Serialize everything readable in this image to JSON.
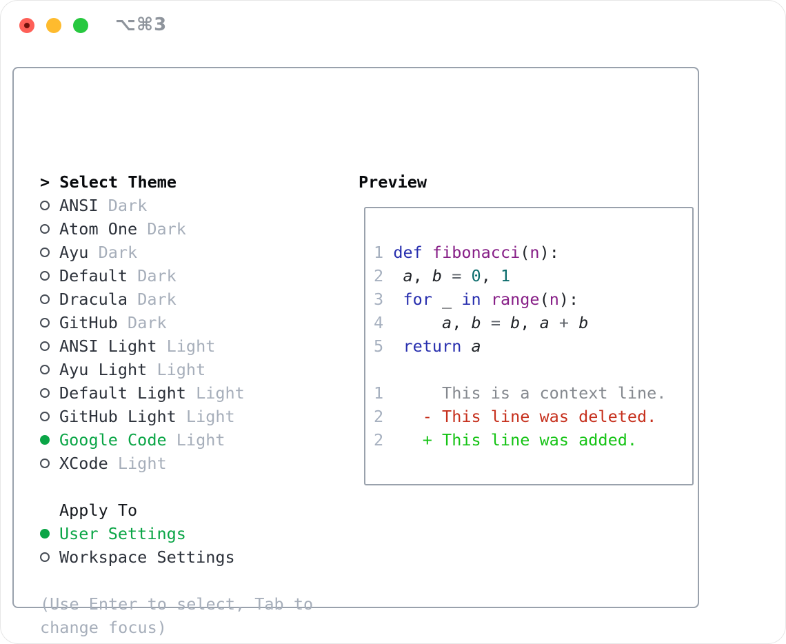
{
  "window": {
    "title": "⌥⌘3",
    "traffic_light_colors": {
      "close": "#fe5f57",
      "minimize": "#febb2e",
      "zoom": "#27c83f"
    }
  },
  "left": {
    "prompt": "> ",
    "title": "Select Theme",
    "themes": [
      {
        "name": "ANSI",
        "variant": "Dark",
        "selected": false
      },
      {
        "name": "Atom One",
        "variant": "Dark",
        "selected": false
      },
      {
        "name": "Ayu",
        "variant": "Dark",
        "selected": false
      },
      {
        "name": "Default",
        "variant": "Dark",
        "selected": false
      },
      {
        "name": "Dracula",
        "variant": "Dark",
        "selected": false
      },
      {
        "name": "GitHub",
        "variant": "Dark",
        "selected": false
      },
      {
        "name": "ANSI Light",
        "variant": "Light",
        "selected": false
      },
      {
        "name": "Ayu Light",
        "variant": "Light",
        "selected": false
      },
      {
        "name": "Default Light",
        "variant": "Light",
        "selected": false
      },
      {
        "name": "GitHub Light",
        "variant": "Light",
        "selected": false
      },
      {
        "name": "Google Code",
        "variant": "Light",
        "selected": true
      },
      {
        "name": "XCode",
        "variant": "Light",
        "selected": false
      }
    ],
    "apply_title": "Apply To",
    "apply_options": [
      {
        "label": "User Settings",
        "selected": true
      },
      {
        "label": "Workspace Settings",
        "selected": false
      }
    ],
    "help_line1": "(Use Enter to select, Tab to",
    "help_line2": "change focus)"
  },
  "preview": {
    "title": "Preview",
    "lines": [
      {
        "segments": [
          {
            "t": "1",
            "c": "num"
          },
          {
            "t": " ",
            "c": "pl"
          },
          {
            "t": "def",
            "c": "kw"
          },
          {
            "t": " ",
            "c": "pl"
          },
          {
            "t": "fibonacci",
            "c": "fn"
          },
          {
            "t": "(",
            "c": "pl"
          },
          {
            "t": "n",
            "c": "fn"
          },
          {
            "t": "):",
            "c": "pl"
          }
        ]
      },
      {
        "segments": [
          {
            "t": "2",
            "c": "num"
          },
          {
            "t": "  ",
            "c": "pl"
          },
          {
            "t": "a",
            "c": "id"
          },
          {
            "t": ", ",
            "c": "pl"
          },
          {
            "t": "b",
            "c": "id"
          },
          {
            "t": " ",
            "c": "pl"
          },
          {
            "t": "=",
            "c": "op"
          },
          {
            "t": " ",
            "c": "pl"
          },
          {
            "t": "0",
            "c": "lit"
          },
          {
            "t": ", ",
            "c": "pl"
          },
          {
            "t": "1",
            "c": "lit"
          }
        ]
      },
      {
        "segments": [
          {
            "t": "3",
            "c": "num"
          },
          {
            "t": "  ",
            "c": "pl"
          },
          {
            "t": "for",
            "c": "kw"
          },
          {
            "t": " _ ",
            "c": "pl"
          },
          {
            "t": "in",
            "c": "kw"
          },
          {
            "t": " ",
            "c": "pl"
          },
          {
            "t": "range",
            "c": "fn"
          },
          {
            "t": "(",
            "c": "pl"
          },
          {
            "t": "n",
            "c": "fn"
          },
          {
            "t": "):",
            "c": "pl"
          }
        ]
      },
      {
        "segments": [
          {
            "t": "4",
            "c": "num"
          },
          {
            "t": "      ",
            "c": "pl"
          },
          {
            "t": "a",
            "c": "id"
          },
          {
            "t": ", ",
            "c": "pl"
          },
          {
            "t": "b",
            "c": "id"
          },
          {
            "t": " ",
            "c": "pl"
          },
          {
            "t": "=",
            "c": "op"
          },
          {
            "t": " ",
            "c": "pl"
          },
          {
            "t": "b",
            "c": "id"
          },
          {
            "t": ", ",
            "c": "pl"
          },
          {
            "t": "a",
            "c": "id"
          },
          {
            "t": " ",
            "c": "pl"
          },
          {
            "t": "+",
            "c": "op"
          },
          {
            "t": " ",
            "c": "pl"
          },
          {
            "t": "b",
            "c": "id"
          }
        ]
      },
      {
        "segments": [
          {
            "t": "5",
            "c": "num"
          },
          {
            "t": "  ",
            "c": "pl"
          },
          {
            "t": "return",
            "c": "kw"
          },
          {
            "t": " ",
            "c": "pl"
          },
          {
            "t": "a",
            "c": "id"
          }
        ]
      },
      {
        "segments": [
          {
            "t": " ",
            "c": "pl"
          }
        ]
      },
      {
        "segments": [
          {
            "t": "1",
            "c": "num"
          },
          {
            "t": "      ",
            "c": "pl"
          },
          {
            "t": "This is a context line.",
            "c": "ctx"
          }
        ]
      },
      {
        "segments": [
          {
            "t": "2",
            "c": "num"
          },
          {
            "t": "    ",
            "c": "pl"
          },
          {
            "t": "- This line was deleted.",
            "c": "del"
          }
        ]
      },
      {
        "segments": [
          {
            "t": "2",
            "c": "num"
          },
          {
            "t": "    ",
            "c": "pl"
          },
          {
            "t": "+ This line was added.",
            "c": "add"
          }
        ]
      }
    ]
  },
  "colors": {
    "accent_green": "#0aa546",
    "diff_added": "#15c315",
    "diff_deleted": "#c6301d",
    "keyword_blue": "#272eae",
    "function_purple": "#871f87",
    "literal_teal": "#0b6c6c",
    "muted_gray": "#a6aeba",
    "border_gray": "#99a1ac"
  }
}
